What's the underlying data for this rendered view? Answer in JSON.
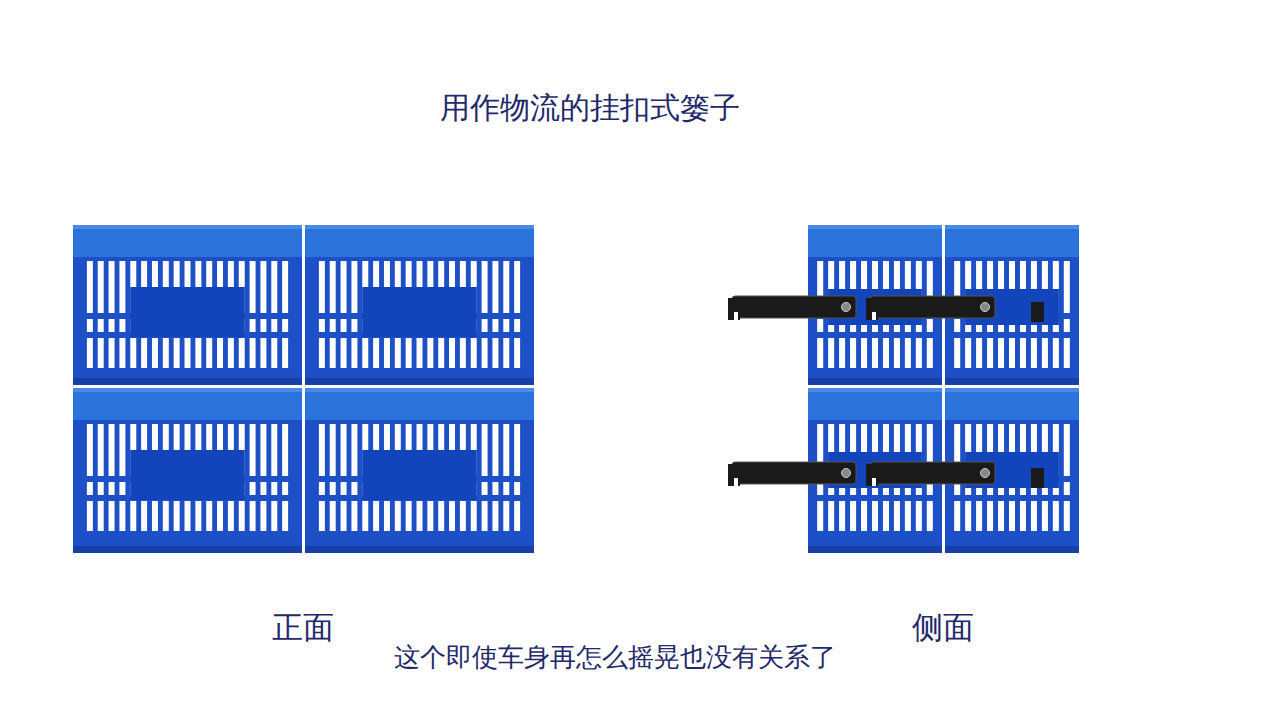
{
  "diagram": {
    "title": "用作物流的挂扣式篓子",
    "caption": "这个即使车身再怎么摇晃也没有关系了",
    "labels": [
      "正面",
      "侧面"
    ]
  }
}
